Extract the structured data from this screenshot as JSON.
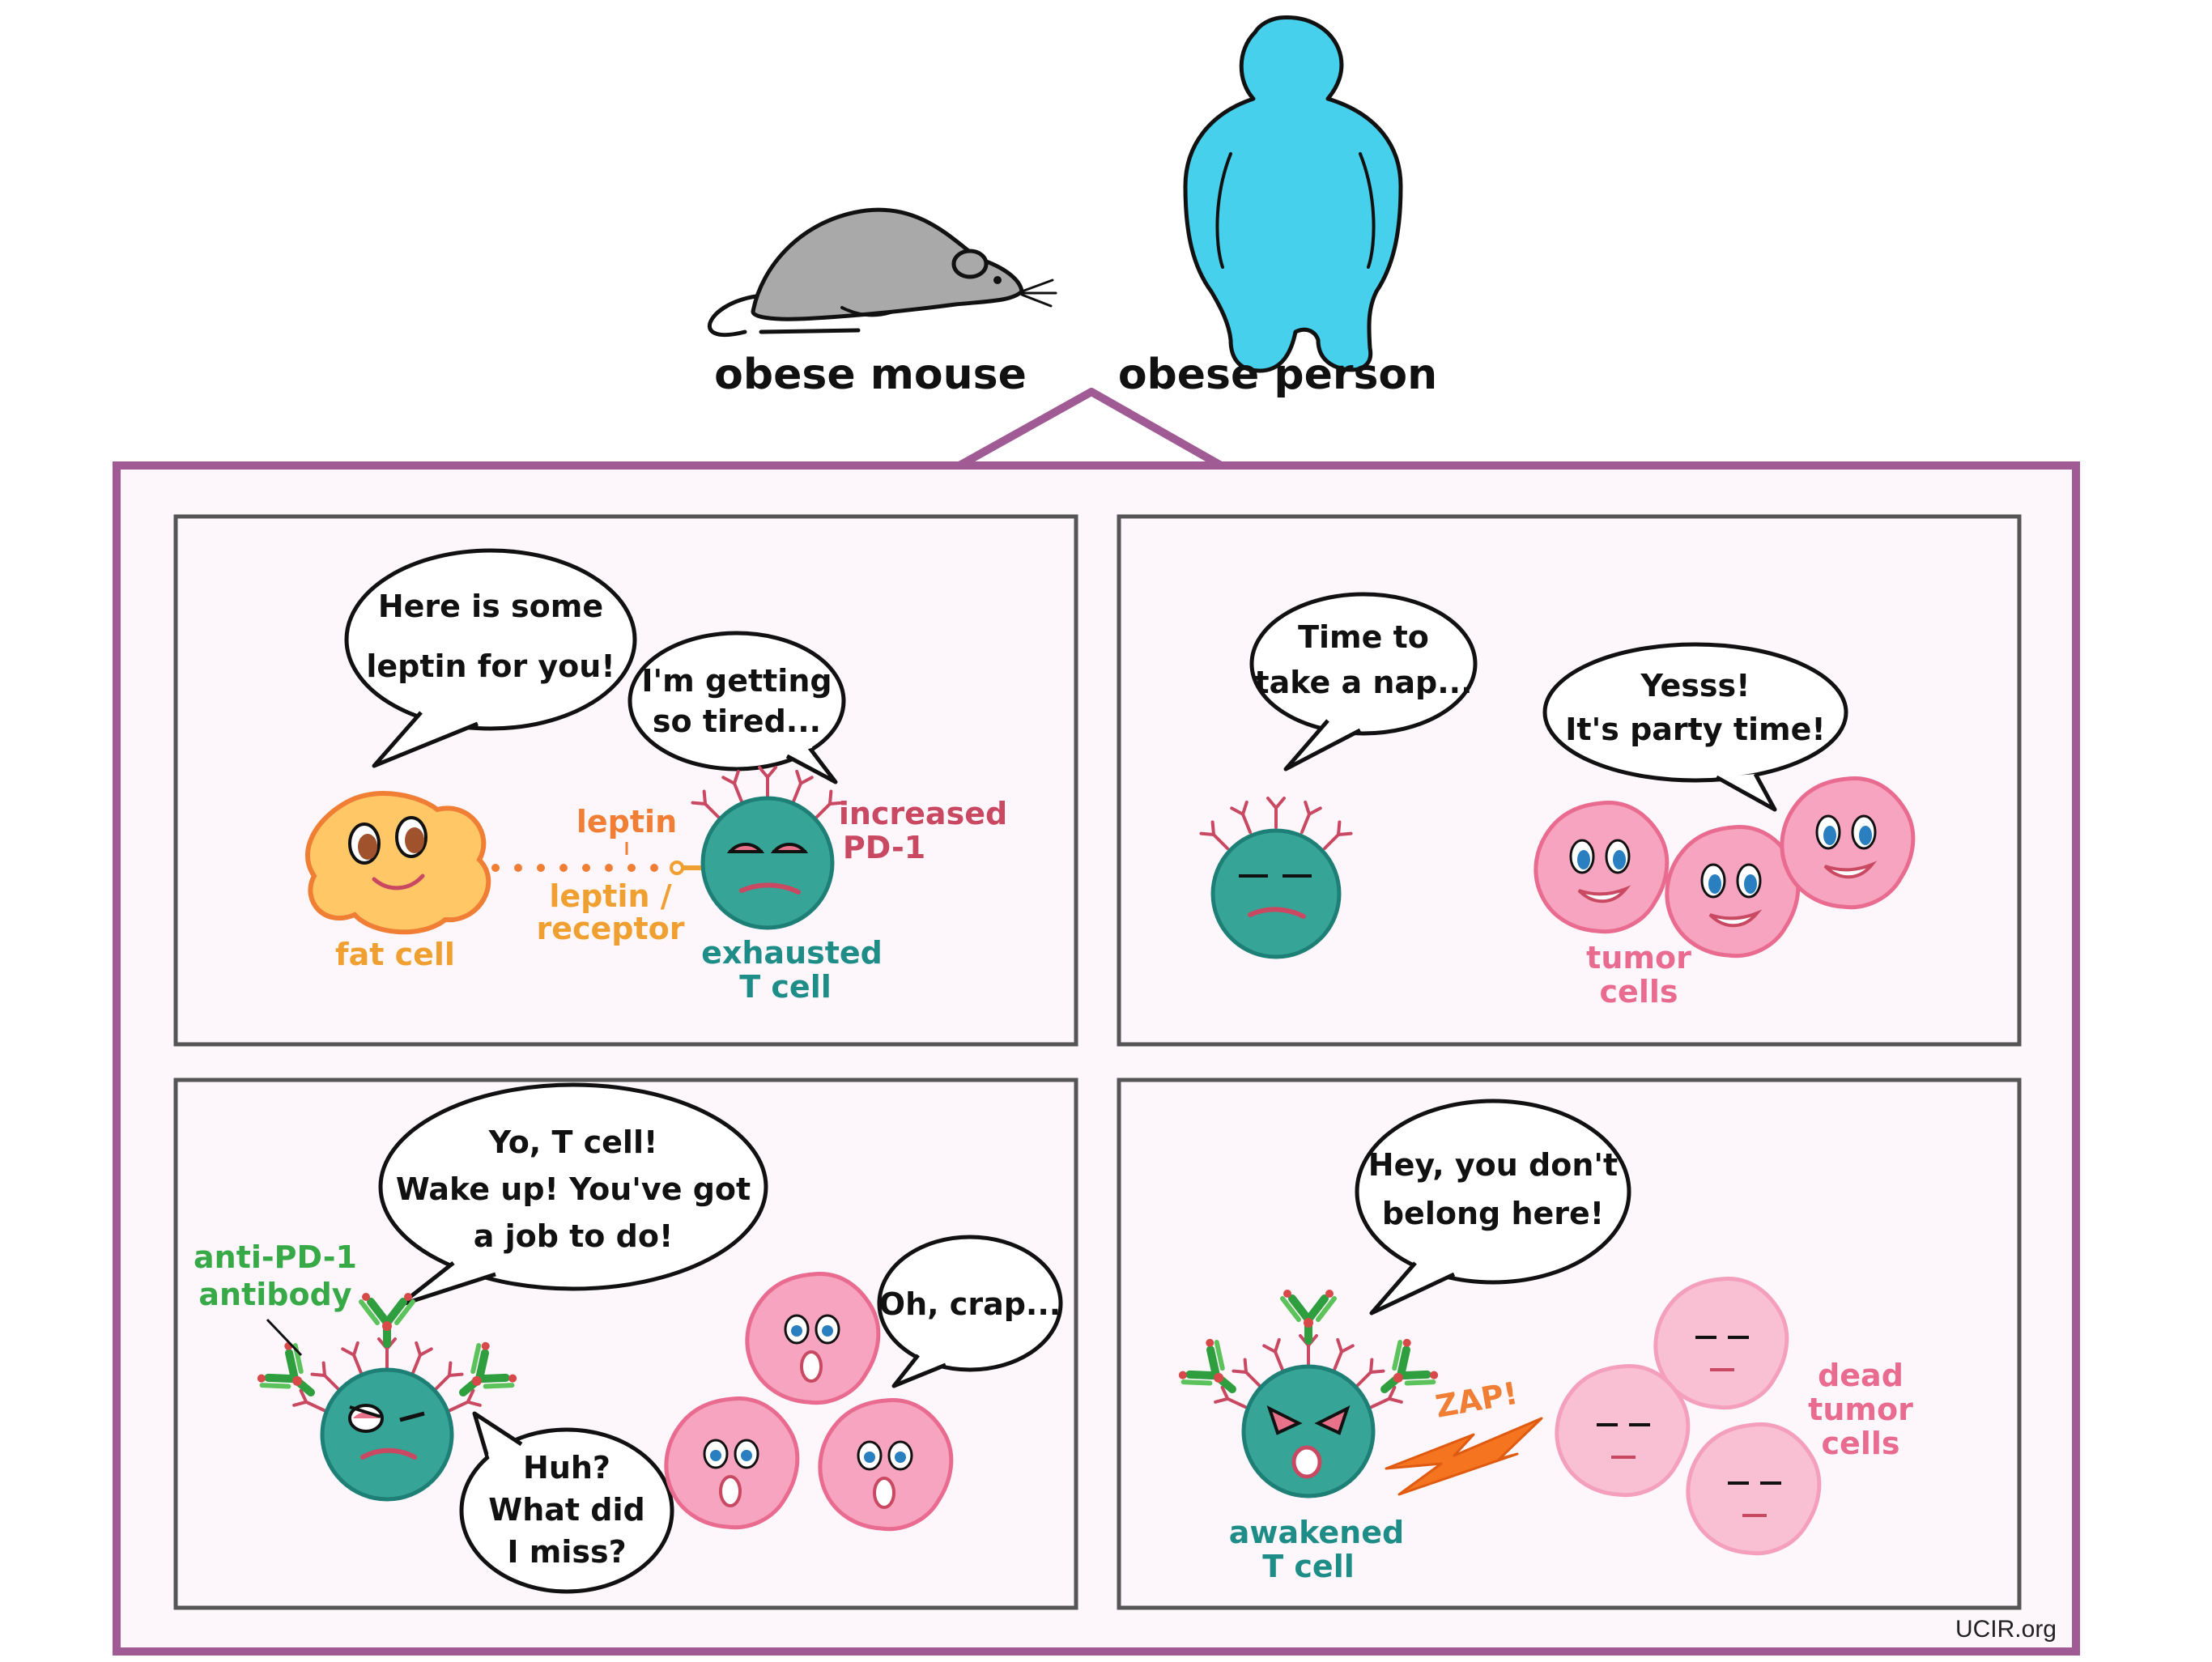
{
  "top": {
    "mouse_label": "obese mouse",
    "person_label": "obese person"
  },
  "panel1": {
    "fat_cell_speech": [
      "Here is some",
      "leptin for you!"
    ],
    "tcell_speech": [
      "I'm getting",
      "so tired..."
    ],
    "leptin_label": "leptin",
    "receptor_label": [
      "leptin /",
      "receptor"
    ],
    "pd1_label": [
      "increased",
      "PD-1"
    ],
    "fat_cell_label": "fat cell",
    "tcell_label": [
      "exhausted",
      "T cell"
    ]
  },
  "panel2": {
    "tcell_speech": [
      "Time to",
      "take a nap..."
    ],
    "tumor_speech": [
      "Yesss!",
      "It's party time!"
    ],
    "tumor_label": [
      "tumor",
      "cells"
    ]
  },
  "panel3": {
    "antibody_speech": [
      "Yo, T cell!",
      "Wake up!  You've got",
      "a job to do!"
    ],
    "tcell_speech": [
      "Huh?",
      "What did",
      "I miss?"
    ],
    "tumor_speech": [
      "Oh, crap..."
    ],
    "antibody_label": [
      "anti-PD-1",
      "antibody"
    ]
  },
  "panel4": {
    "tcell_speech": [
      "Hey, you don't",
      "belong here!"
    ],
    "zap_label": "ZAP!",
    "tcell_label": [
      "awakened",
      "T cell"
    ],
    "dead_label": [
      "dead",
      "tumor",
      "cells"
    ]
  },
  "credit": "UCIR.org",
  "colors": {
    "frame": "#a05a94",
    "panel_border": "#555555",
    "panel_fill": "#fdf7fb",
    "tcell": "#36a597",
    "fat_cell": "#ffc766",
    "tumor": "#f6a4bf",
    "dead_tumor": "#f9c0d4",
    "person": "#47d0ec",
    "mouse": "#a9a9a9",
    "orange_text": "#f07f35",
    "teal_text": "#1e8d88",
    "red_text": "#c94862",
    "pink_text": "#e96b90",
    "green_text": "#38a947"
  }
}
